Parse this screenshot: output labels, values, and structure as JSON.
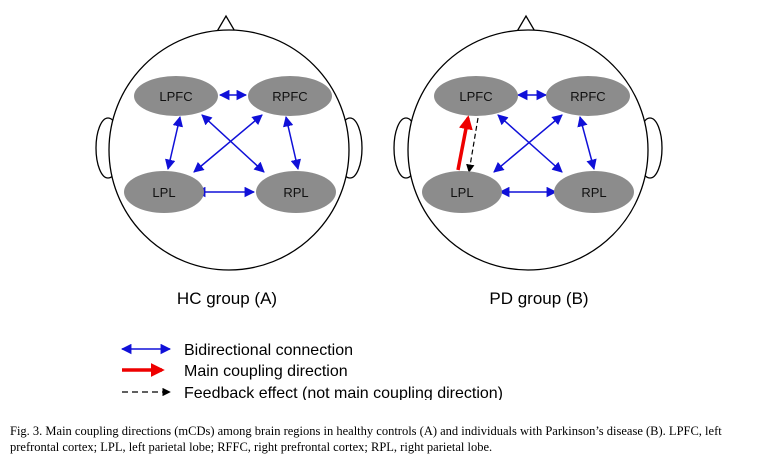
{
  "panels": [
    {
      "label": "HC group (A)",
      "nodes": {
        "lpfc": "LPFC",
        "rpfc": "RPFC",
        "lpl": "LPL",
        "rpl": "RPL"
      }
    },
    {
      "label": "PD group (B)",
      "nodes": {
        "lpfc": "LPFC",
        "rpfc": "RPFC",
        "lpl": "LPL",
        "rpl": "RPL"
      }
    }
  ],
  "legend": {
    "bidirectional": "Bidirectional connection",
    "main": "Main coupling direction",
    "feedback": "Feedback effect (not main coupling direction)"
  },
  "caption": "Fig. 3.  Main coupling directions (mCDs) among brain regions in healthy controls (A) and individuals with Parkinson’s disease (B). LPFC, left prefrontal cortex; LPL, left parietal lobe; RFFC, right prefrontal cortex; RPL, right parietal lobe.",
  "colors": {
    "bidirectional": "#1010d8",
    "main": "#ee0000",
    "feedback": "#000000",
    "node": "#8c8c8c"
  }
}
